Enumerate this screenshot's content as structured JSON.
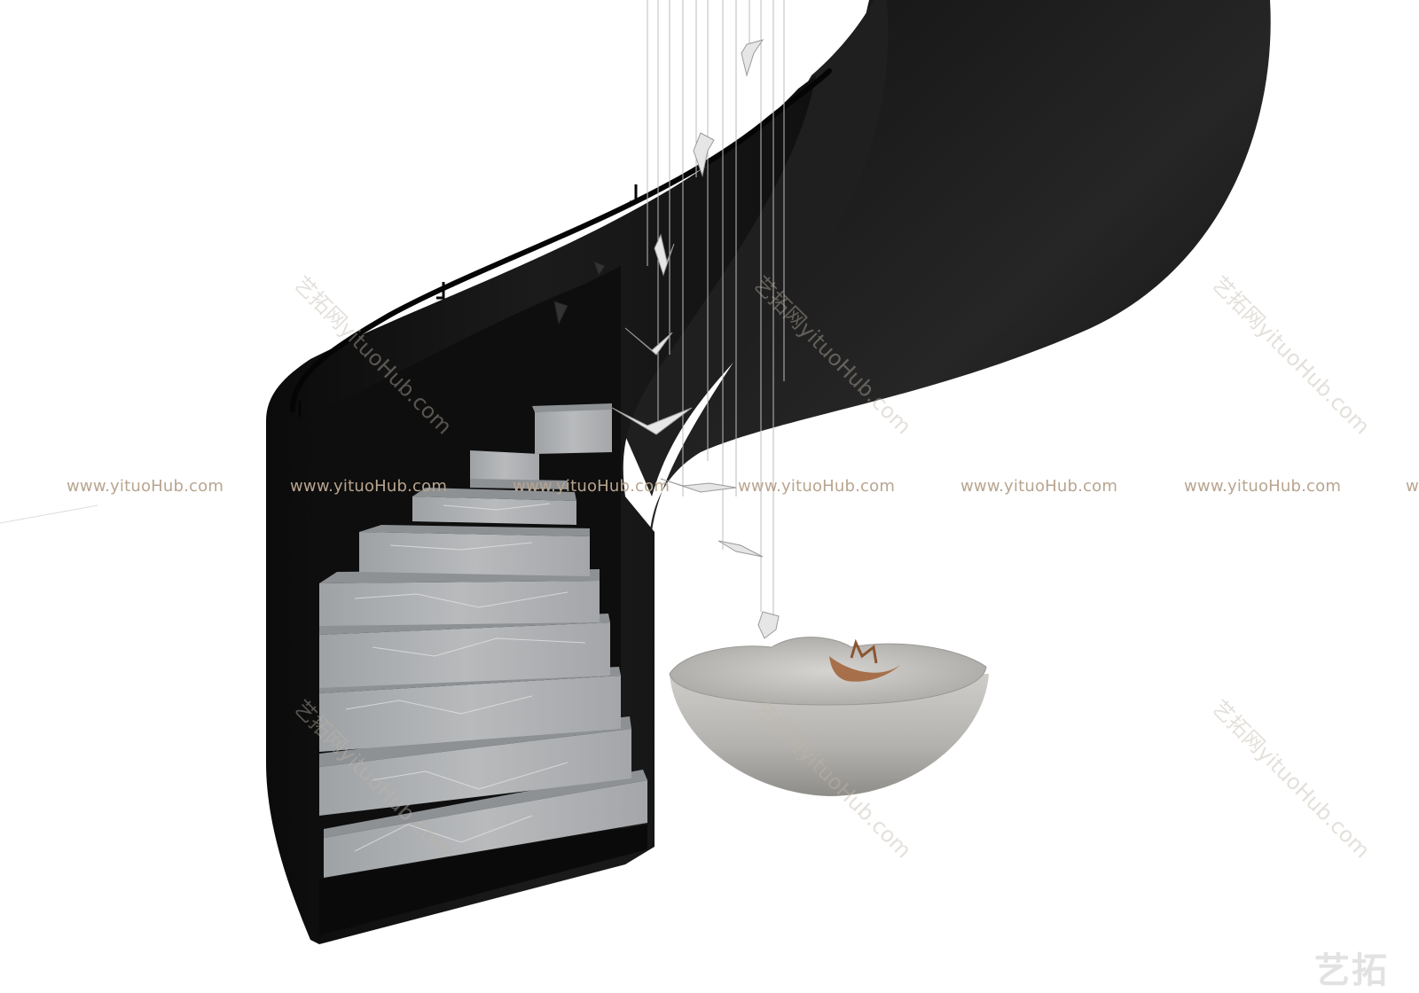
{
  "watermark": {
    "horizontal": [
      "www.yituoHub.com",
      "www.yituoHub.com",
      "www.yituoHub.com",
      "www.yituoHub.com",
      "www.yituoHub.com",
      "www.yituoHub.com",
      "w"
    ],
    "diagonal": [
      "艺拓网yituoHub.com",
      "艺拓网yituoHub.com",
      "艺拓网yituoHub.com",
      "艺拓网yituoHub.com",
      "艺拓网yituoHub.com",
      "艺拓网yituoHub.com"
    ],
    "logo": "艺拓"
  },
  "colors": {
    "background": "#ffffff",
    "stair_shell": "#151515",
    "marble": "#a9abad",
    "basin": "#b9b7b2",
    "boat": "#a7704a",
    "watermark": "#b8a58f"
  },
  "step_count": 9,
  "bird_count": 10
}
